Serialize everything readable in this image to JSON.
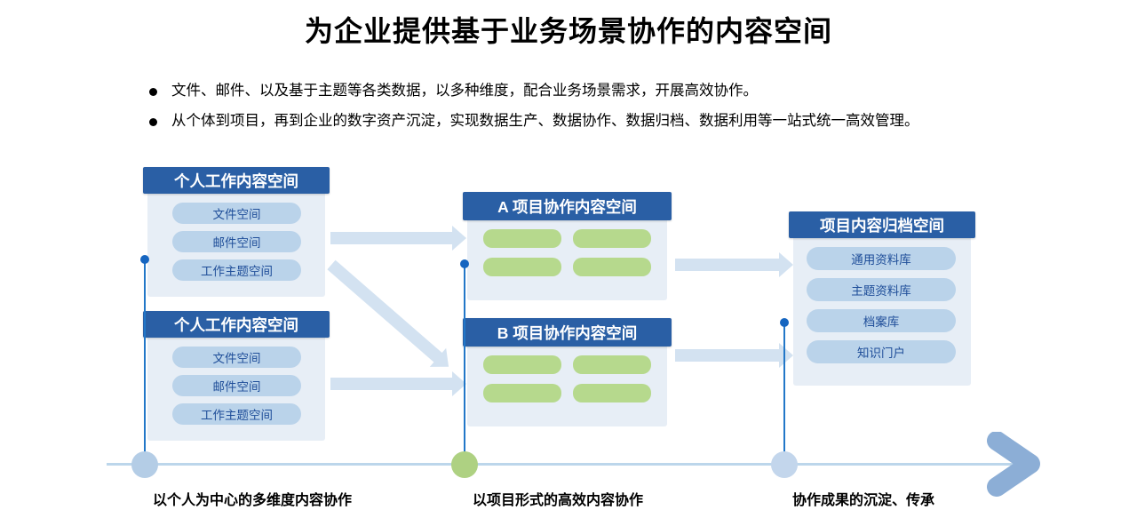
{
  "slide": {
    "title": "为企业提供基于业务场景协作的内容空间"
  },
  "bullets": [
    {
      "text": "文件、邮件、以及基于主题等各类数据，以多种维度，配合业务场景需求，开展高效协作。"
    },
    {
      "text": "从个体到项目，再到企业的数字资产沉淀，实现数据生产、数据协作、数据归档、数据利用等一站式统一高效管理。"
    }
  ],
  "diagram": {
    "personal_cards": [
      {
        "header": "个人工作内容空间",
        "items": [
          "文件空间",
          "邮件空间",
          "工作主题空间"
        ]
      },
      {
        "header": "个人工作内容空间",
        "items": [
          "文件空间",
          "邮件空间",
          "工作主题空间"
        ]
      }
    ],
    "project_cards": [
      {
        "header": "A 项目协作内容空间",
        "item_count": 4
      },
      {
        "header": "B 项目协作内容空间",
        "item_count": 4
      }
    ],
    "archive_card": {
      "header": "项目内容归档空间",
      "items": [
        "通用资料库",
        "主题资料库",
        "档案库",
        "知识门户"
      ]
    }
  },
  "timeline": {
    "stages": [
      {
        "label": "以个人为中心的多维度内容协作",
        "marker_color": "#B4CDE6"
      },
      {
        "label": "以项目形式的高效内容协作",
        "marker_color": "#AED182"
      },
      {
        "label": "协作成果的沉淀、传承",
        "marker_color": "#C3D6EC"
      }
    ],
    "end_arrow_icon": "chevron-right-icon"
  },
  "colors": {
    "header_blue": "#2A5FA5",
    "card_bg": "#E7EEF6",
    "pill_blue": "#BAD3EA",
    "pill_green": "#B6D98D",
    "arrow_blue": "#D3E2F1",
    "axis_blue": "#BCD6EB",
    "connector_blue": "#2277C8",
    "chevron_blue": "#8CAED6"
  }
}
